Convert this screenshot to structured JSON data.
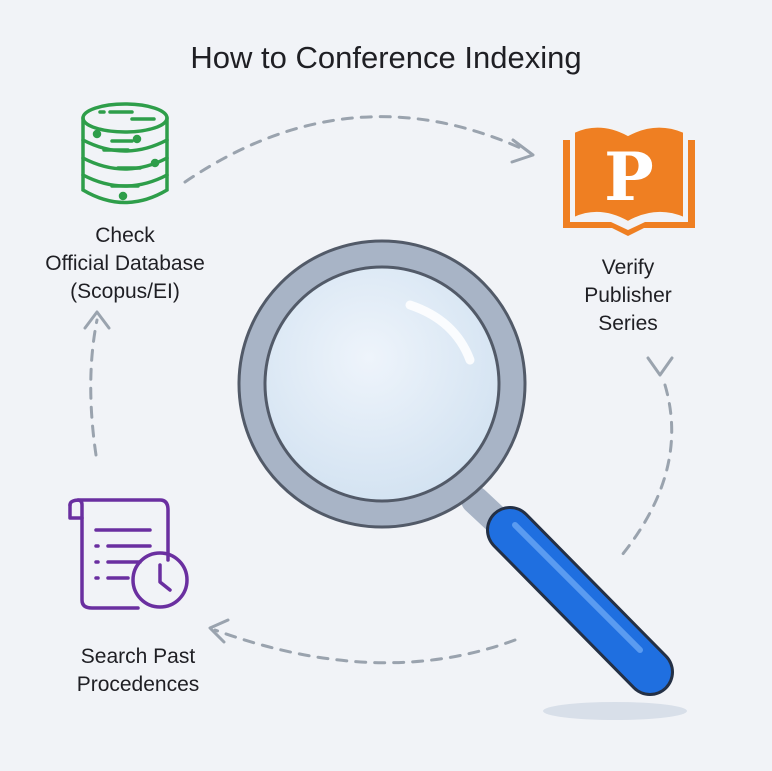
{
  "title": "How to Conference Indexing",
  "steps": [
    {
      "icon": "database-icon",
      "lines": [
        "Check",
        "Official Database",
        "(Scopus/EI)"
      ],
      "color": "#2e9e4a"
    },
    {
      "icon": "publisher-book-icon",
      "lines": [
        "Verify",
        "Publisher",
        "Series"
      ],
      "color": "#ef7f22",
      "glyph": "P"
    },
    {
      "icon": "document-clock-icon",
      "lines": [
        "Search Past",
        "Procedences"
      ],
      "color": "#6a2fa0"
    }
  ],
  "center_icon": "magnifying-glass-icon",
  "colors": {
    "arrow": "#9aa3ae",
    "handle": "#1f6fe0",
    "rim": "#a8b4c6"
  }
}
